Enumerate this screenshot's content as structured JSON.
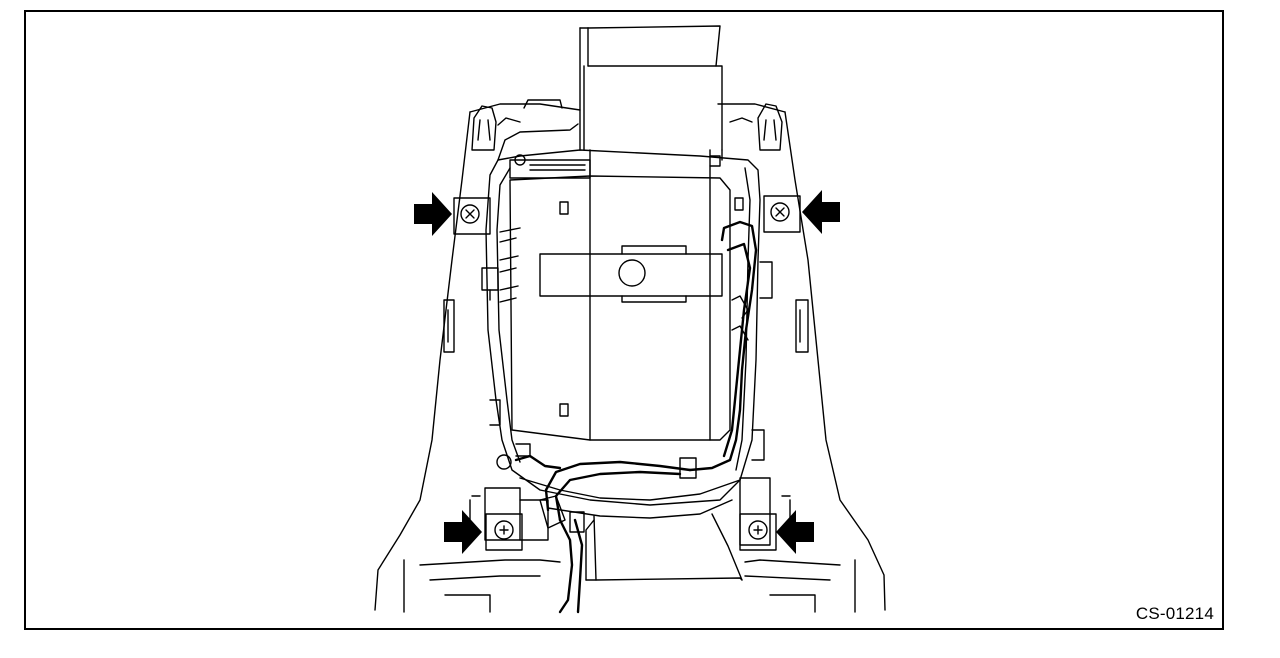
{
  "figure": {
    "code": "CS-01214"
  },
  "arrows": [
    {
      "name": "screw-arrow-upper-left",
      "direction": "right"
    },
    {
      "name": "screw-arrow-upper-right",
      "direction": "left"
    },
    {
      "name": "screw-arrow-lower-left",
      "direction": "right"
    },
    {
      "name": "screw-arrow-lower-right",
      "direction": "left"
    }
  ],
  "colors": {
    "line": "#000000",
    "background": "#ffffff"
  }
}
